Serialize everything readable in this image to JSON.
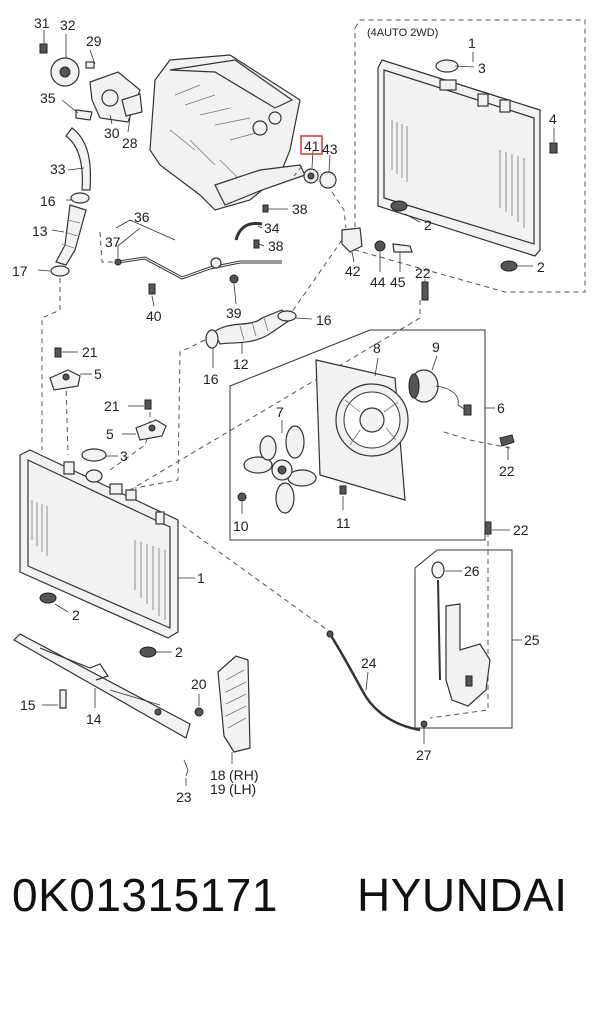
{
  "diagram": {
    "inset_label": "(4AUTO 2WD)",
    "highlighted_callout": "41",
    "highlight_color": "#e0403a",
    "callouts": {
      "c1_top": "1",
      "c2_a": "2",
      "c2_b": "2",
      "c3_top": "3",
      "c4": "4",
      "c5_a": "5",
      "c5_b": "5",
      "c1": "1",
      "c2_c": "2",
      "c2_d": "2",
      "c3": "3",
      "c6": "6",
      "c7": "7",
      "c8": "8",
      "c9": "9",
      "c10": "10",
      "c11": "11",
      "c12": "12",
      "c13": "13",
      "c14": "14",
      "c15": "15",
      "c16_a": "16",
      "c16_b": "16",
      "c16_c": "16",
      "c17": "17",
      "c18": "18",
      "c18_suffix": "(RH)",
      "c19": "19",
      "c19_suffix": "(LH)",
      "c20": "20",
      "c21_a": "21",
      "c21_b": "21",
      "c22_a": "22",
      "c22_b": "22",
      "c22_c": "22",
      "c23": "23",
      "c24": "24",
      "c25": "25",
      "c26": "26",
      "c27": "27",
      "c28": "28",
      "c29": "29",
      "c30": "30",
      "c31": "31",
      "c32": "32",
      "c33": "33",
      "c34": "34",
      "c35": "35",
      "c36": "36",
      "c37": "37",
      "c38_a": "38",
      "c38_b": "38",
      "c39": "39",
      "c40": "40",
      "c41": "41",
      "c42": "42",
      "c43": "43",
      "c44": "44",
      "c45": "45"
    }
  },
  "caption": {
    "part_number": "0K01315171",
    "brand": "HYUNDAI"
  }
}
